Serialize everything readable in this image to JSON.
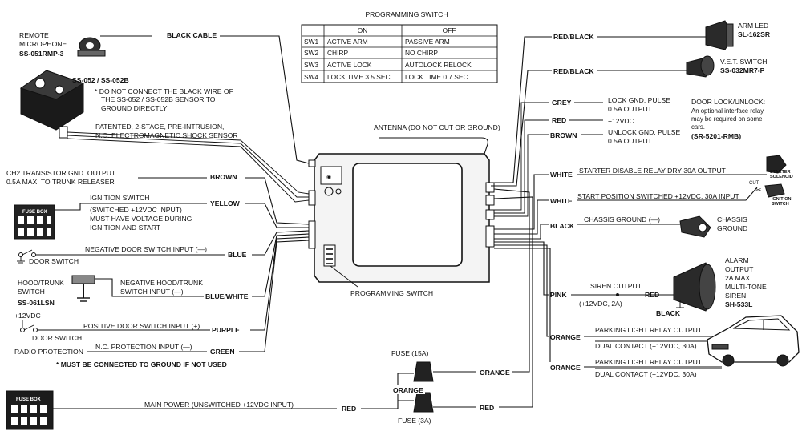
{
  "colors": {
    "ink": "#111111",
    "paper": "#ffffff"
  },
  "prog_switch": {
    "title": "PROGRAMMING SWITCH",
    "col_on": "ON",
    "col_off": "OFF",
    "rows": [
      {
        "sw": "SW1",
        "on": "ACTIVE ARM",
        "off": "PASSIVE ARM"
      },
      {
        "sw": "SW2",
        "on": "CHIRP",
        "off": "NO CHIRP"
      },
      {
        "sw": "SW3",
        "on": "ACTIVE LOCK",
        "off": "AUTOLOCK RELOCK"
      },
      {
        "sw": "SW4",
        "on": "LOCK TIME 3.5 SEC.",
        "off": "LOCK TIME 0.7 SEC."
      }
    ],
    "bottom_label": "PROGRAMMING SWITCH"
  },
  "antenna": "ANTENNA (DO NOT CUT OR GROUND)",
  "left": {
    "microphone": {
      "line1": "REMOTE",
      "line2": "MICROPHONE",
      "part": "SS-051RMP-3",
      "wire": "BLACK CABLE"
    },
    "sensor": {
      "part": "SS-052 / SS-052B",
      "note1": "* DO NOT CONNECT THE BLACK WIRE OF",
      "note2": "THE SS-052 / SS-052B SENSOR TO",
      "note3": "GROUND DIRECTLY",
      "desc1": "PATENTED, 2-STAGE, PRE-INTRUSION,",
      "desc2": "N.O. ELECTROMAGNETIC SHOCK SENSOR"
    },
    "ch2": {
      "line1": "CH2 TRANSISTOR GND. OUTPUT",
      "line2": "0.5A MAX. TO TRUNK RELEASER",
      "wire": "BROWN"
    },
    "ignition": {
      "line1": "IGNITION SWITCH",
      "line2": "(SWITCHED +12VDC INPUT)",
      "line3": "MUST HAVE VOLTAGE DURING",
      "line4": "IGNITION AND START",
      "wire": "YELLOW",
      "fuse_box": "FUSE BOX"
    },
    "neg_door": {
      "label": "NEGATIVE DOOR SWITCH INPUT (—)",
      "switch": "DOOR SWITCH",
      "wire": "BLUE"
    },
    "hood": {
      "line1": "HOOD/TRUNK",
      "line2": "SWITCH",
      "part": "SS-061LSN",
      "input1": "NEGATIVE HOOD/TRUNK",
      "input2": "SWITCH INPUT (—)",
      "wire": "BLUE/WHITE"
    },
    "pos_door": {
      "supply": "+12VDC",
      "label": "POSITIVE DOOR SWITCH INPUT (+)",
      "switch": "DOOR SWITCH",
      "wire": "PURPLE"
    },
    "radio": {
      "label": "RADIO PROTECTION",
      "input": "N.C. PROTECTION INPUT (—)",
      "wire": "GREEN"
    },
    "note": "* MUST BE CONNECTED TO GROUND IF NOT USED",
    "main_power": {
      "label": "MAIN POWER (UNSWITCHED +12VDC INPUT)",
      "wire": "RED",
      "fuse_box": "FUSE BOX"
    }
  },
  "fuses": {
    "fuse15": "FUSE (15A)",
    "fuse3": "FUSE (3A)",
    "orange": "ORANGE",
    "orange_out": "ORANGE",
    "red_out": "RED"
  },
  "right": {
    "arm_led": {
      "wire": "RED/BLACK",
      "name": "ARM LED",
      "part": "SL-162SR"
    },
    "vet": {
      "wire": "RED/BLACK",
      "name": "V.E.T. SWITCH",
      "part": "SS-032MR7-P"
    },
    "grey": {
      "wire": "GREY",
      "line1": "LOCK GND. PULSE",
      "line2": "0.5A OUTPUT"
    },
    "red": {
      "wire": "RED",
      "line1": "+12VDC"
    },
    "brown": {
      "wire": "BROWN",
      "line1": "UNLOCK GND. PULSE",
      "line2": "0.5A OUTPUT"
    },
    "doorlock": {
      "line1": "DOOR LOCK/UNLOCK:",
      "line2": "An optional interface relay",
      "line3": "may be required on some",
      "line4": "cars.",
      "part": "(SR-5201-RMB)"
    },
    "white1": {
      "wire": "WHITE",
      "label": "STARTER DISABLE RELAY DRY 30A OUTPUT",
      "starter": "STARTER",
      "solenoid": "SOLENOID",
      "cut": "CUT"
    },
    "white2": {
      "wire": "WHITE",
      "label": "START POSITION SWITCHED +12VDC, 30A INPUT",
      "ignition": "IGNITION",
      "switch": "SWITCH"
    },
    "black": {
      "wire": "BLACK",
      "label": "CHASSIS GROUND (—)",
      "name1": "CHASSIS",
      "name2": "GROUND"
    },
    "siren": {
      "wire": "PINK",
      "label": "SIREN OUTPUT",
      "sub": "(+12VDC, 2A)",
      "red": "RED",
      "black": "BLACK",
      "line1": "ALARM",
      "line2": "OUTPUT",
      "line3": "2A MAX.",
      "line4": "MULTI-TONE",
      "line5": "SIREN",
      "part": "SH-533L"
    },
    "park1": {
      "wire": "ORANGE",
      "label": "PARKING LIGHT RELAY OUTPUT",
      "sub": "DUAL CONTACT (+12VDC, 30A)"
    },
    "park2": {
      "wire": "ORANGE",
      "label": "PARKING LIGHT RELAY OUTPUT",
      "sub": "DUAL CONTACT (+12VDC, 30A)"
    }
  }
}
